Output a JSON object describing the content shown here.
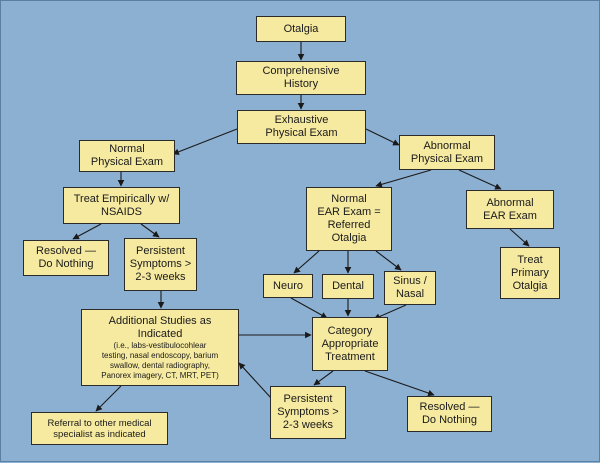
{
  "nodes": {
    "otalgia": {
      "lines": [
        "Otalgia"
      ]
    },
    "history": {
      "lines": [
        "Comprehensive",
        "History"
      ]
    },
    "physical_exam": {
      "lines": [
        "Exhaustive",
        "Physical Exam"
      ]
    },
    "normal_exam": {
      "lines": [
        "Normal",
        "Physical Exam"
      ]
    },
    "abnormal_exam": {
      "lines": [
        "Abnormal",
        "Physical Exam"
      ]
    },
    "treat_empirically": {
      "lines": [
        "Treat Empirically w/",
        "NSAIDS"
      ]
    },
    "normal_ear": {
      "lines": [
        "Normal",
        "EAR Exam =",
        "Referred",
        "Otalgia"
      ]
    },
    "abnormal_ear": {
      "lines": [
        "Abnormal",
        "EAR Exam"
      ]
    },
    "resolved_1": {
      "lines": [
        "Resolved —",
        "Do Nothing"
      ]
    },
    "persistent_1": {
      "lines": [
        "Persistent",
        "Symptoms >",
        "2-3 weeks"
      ]
    },
    "treat_primary": {
      "lines": [
        "Treat",
        "Primary",
        "Otalgia"
      ]
    },
    "neuro": {
      "lines": [
        "Neuro"
      ]
    },
    "dental": {
      "lines": [
        "Dental"
      ]
    },
    "sinus": {
      "lines": [
        "Sinus /",
        "Nasal"
      ]
    },
    "additional_studies": {
      "lines": [
        "Additional Studies as",
        "Indicated"
      ],
      "detail": [
        "(i.e., labs-vestibulocohlear",
        "testing, nasal endoscopy, barium",
        "swallow, dental radiography,",
        "Panorex imagery,  CT, MRT, PET)"
      ]
    },
    "category_treatment": {
      "lines": [
        "Category",
        "Appropriate",
        "Treatment"
      ]
    },
    "persistent_2": {
      "lines": [
        "Persistent",
        "Symptoms >",
        "2-3 weeks"
      ]
    },
    "resolved_2": {
      "lines": [
        "Resolved —",
        "Do Nothing"
      ]
    },
    "referral": {
      "lines": [
        "Referral to other medical",
        "specialist as indicated"
      ]
    }
  }
}
